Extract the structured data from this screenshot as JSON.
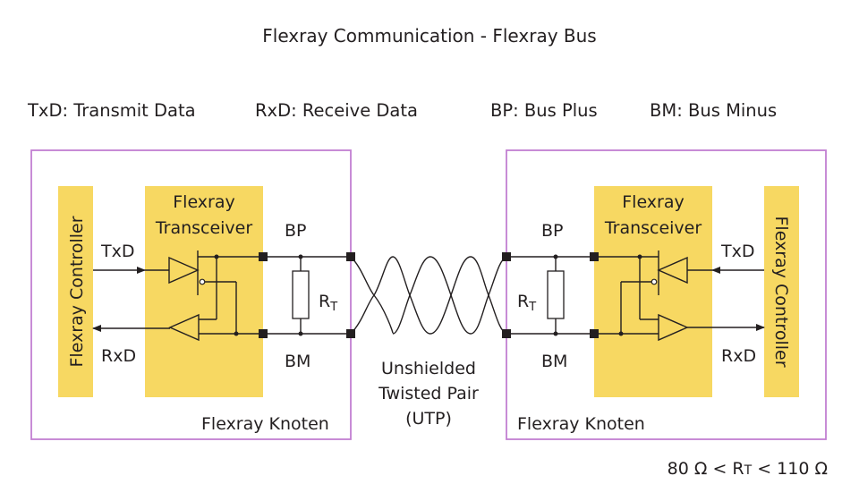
{
  "title": "Flexray Communication - Flexray Bus",
  "legend": [
    {
      "abbr": "TxD",
      "text": "TxD: Transmit Data"
    },
    {
      "abbr": "RxD",
      "text": "RxD: Receive Data"
    },
    {
      "abbr": "BP",
      "text": "BP: Bus Plus"
    },
    {
      "abbr": "BM",
      "text": "BM: Bus Minus"
    }
  ],
  "colors": {
    "block_fill": "#f7d862",
    "node_border": "#c27fd1",
    "line": "#231f20"
  },
  "nodes": [
    {
      "side": "left",
      "label": "Flexray Knoten",
      "controller": "Flexray Controller",
      "transceiver": [
        "Flexray",
        "Transceiver"
      ],
      "txd": "TxD",
      "rxd": "RxD",
      "bp": "BP",
      "bm": "BM",
      "resistor": {
        "main": "R",
        "sub": "T"
      }
    },
    {
      "side": "right",
      "label": "Flexray Knoten",
      "controller": "Flexray Controller",
      "transceiver": [
        "Flexray",
        "Transceiver"
      ],
      "txd": "TxD",
      "rxd": "RxD",
      "bp": "BP",
      "bm": "BM",
      "resistor": {
        "main": "R",
        "sub": "T"
      }
    }
  ],
  "cable": [
    "Unshielded",
    "Twisted Pair",
    "(UTP)"
  ],
  "termination_range": {
    "prefix": "80 Ω < R",
    "sub": "T",
    "suffix": " < 110 Ω",
    "min_ohm": 80,
    "max_ohm": 110
  }
}
